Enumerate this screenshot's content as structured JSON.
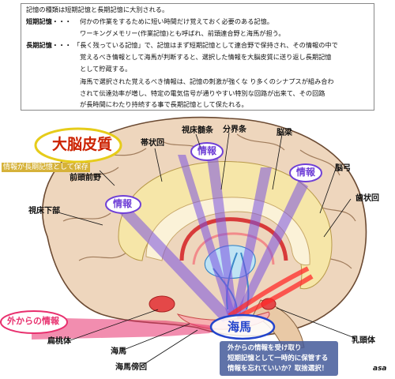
{
  "textbox": {
    "intro": "記憶の種類は短期記憶と長期記憶に大別される。",
    "short_term": {
      "term": "短期記憶・・・",
      "lines": [
        "何かの作業をするために短い時間だけ覚えておく必要のある記憶。",
        "ワーキングメモリー(作業記憶)とも呼ばれ、前頭連合野と海馬が担う。"
      ]
    },
    "long_term": {
      "term": "長期記憶・・・",
      "lines": [
        "「長く残っている記憶」で、記憶はまず短期記憶として連合野で保持され、その情報の中で",
        "覚えるべき情報として海馬が判断すると、選択した情報を大脳皮質に送り返し長期記憶",
        "として貯蔵する。",
        "海馬で選択された覚えるべき情報は、記憶の刺激が強くな り多くのシナプスが組み合わ",
        "されて伝達効率が増し、特定の電気信号が通りやすい特別な回路が出来て、その回路",
        "が長時間にわたり持続する事で長期記憶として保たれる。"
      ]
    }
  },
  "labels": {
    "cerebral_cortex": "大脳皮質",
    "cortex_note": "情報が長期記憶として保存",
    "prefrontal": "前頭前野",
    "cingulate": "帯状回",
    "thalamic_radiation": "視床髄条",
    "stria_terminalis": "分界条",
    "corpus_callosum": "脳梁",
    "fornix_arc": "脳弓",
    "dentate_gyrus": "歯状回",
    "hypothalamus": "視床下部",
    "info_1": "情報",
    "info_2": "情報",
    "info_3": "情報",
    "external_info": "外からの情報",
    "amygdala": "扁桃体",
    "hippocampus_big": "海馬",
    "mammillary": "乳頭体",
    "hippocampus": "海馬",
    "parahippocampal": "海馬傍回",
    "note_lines": [
      "外からの情報を受け取り",
      "短期記憶として一時的に保管する",
      "情報を忘れていいか？取捨選択！"
    ],
    "signature": "asa"
  },
  "colors": {
    "brain_fill": "#eed6bd",
    "brain_stroke": "#6b4a32",
    "cortex_title": "#cc2200",
    "ellipse_yellow": "#e6cc1a",
    "info_purple": "#6f3fd6",
    "arrow_purple": "#7a52e0",
    "external_pink": "#e8306e",
    "hippocampus_blue": "#2244cc",
    "note_text": "#ffffff"
  }
}
